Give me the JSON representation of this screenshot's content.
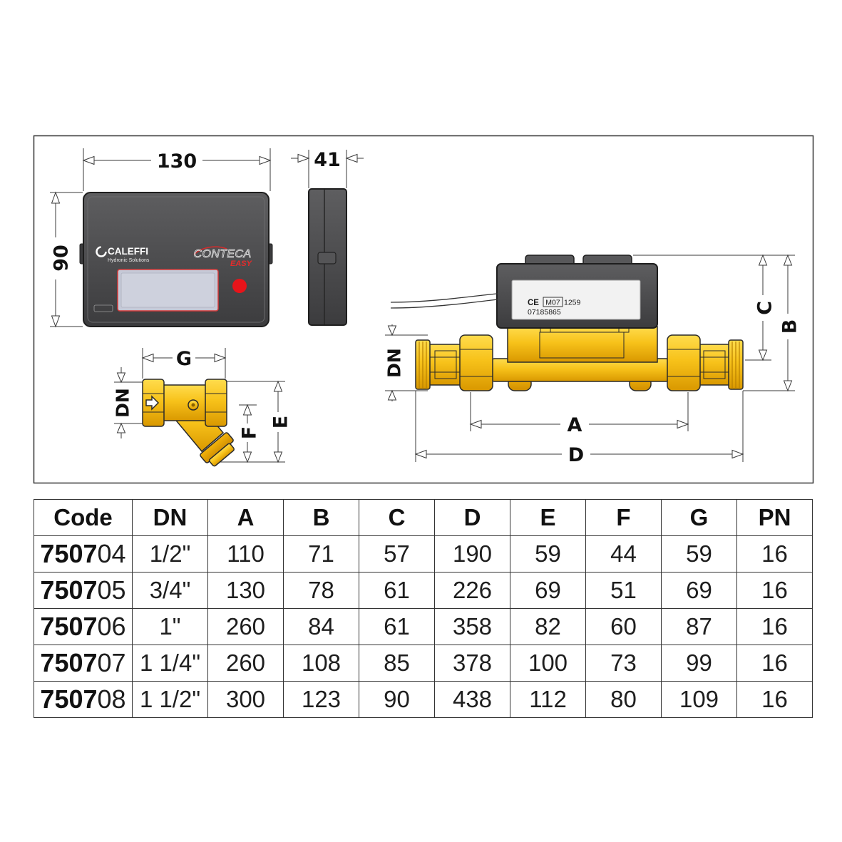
{
  "drawing": {
    "display_front": {
      "width_label": "130",
      "height_label": "90",
      "brand": "CALEFFI",
      "brand_tagline": "Hydronic Solutions",
      "product_name": "CONTECA",
      "product_variant": "EASY"
    },
    "display_side": {
      "depth_label": "41"
    },
    "strainer": {
      "g_label": "G",
      "dn_label": "DN",
      "f_label": "F",
      "e_label": "E"
    },
    "meter": {
      "dn_label": "DN",
      "a_label": "A",
      "b_label": "B",
      "c_label": "C",
      "d_label": "D",
      "plate": {
        "ce_mark": "CE",
        "metrology_mark": "M07",
        "notified_body": "1259",
        "serial": "07185865"
      }
    }
  },
  "table": {
    "headers": [
      "Code",
      "DN",
      "A",
      "B",
      "C",
      "D",
      "E",
      "F",
      "G",
      "PN"
    ],
    "rows": [
      {
        "code_prefix": "7507",
        "code_suffix": "04",
        "values": [
          "1/2\"",
          "110",
          "71",
          "57",
          "190",
          "59",
          "44",
          "59",
          "16"
        ]
      },
      {
        "code_prefix": "7507",
        "code_suffix": "05",
        "values": [
          "3/4\"",
          "130",
          "78",
          "61",
          "226",
          "69",
          "51",
          "69",
          "16"
        ]
      },
      {
        "code_prefix": "7507",
        "code_suffix": "06",
        "values": [
          "1\"",
          "260",
          "84",
          "61",
          "358",
          "82",
          "60",
          "87",
          "16"
        ]
      },
      {
        "code_prefix": "7507",
        "code_suffix": "07",
        "values": [
          "1 1/4\"",
          "260",
          "108",
          "85",
          "378",
          "100",
          "73",
          "99",
          "16"
        ]
      },
      {
        "code_prefix": "7507",
        "code_suffix": "08",
        "values": [
          "1 1/2\"",
          "300",
          "123",
          "90",
          "438",
          "112",
          "80",
          "109",
          "16"
        ]
      }
    ]
  },
  "colors": {
    "brass": "#f7c21a",
    "brass_shade": "#d99800",
    "housing": "#4a4a4c",
    "indicator_red": "#e8141a",
    "lcd": "#c6c9d7"
  }
}
